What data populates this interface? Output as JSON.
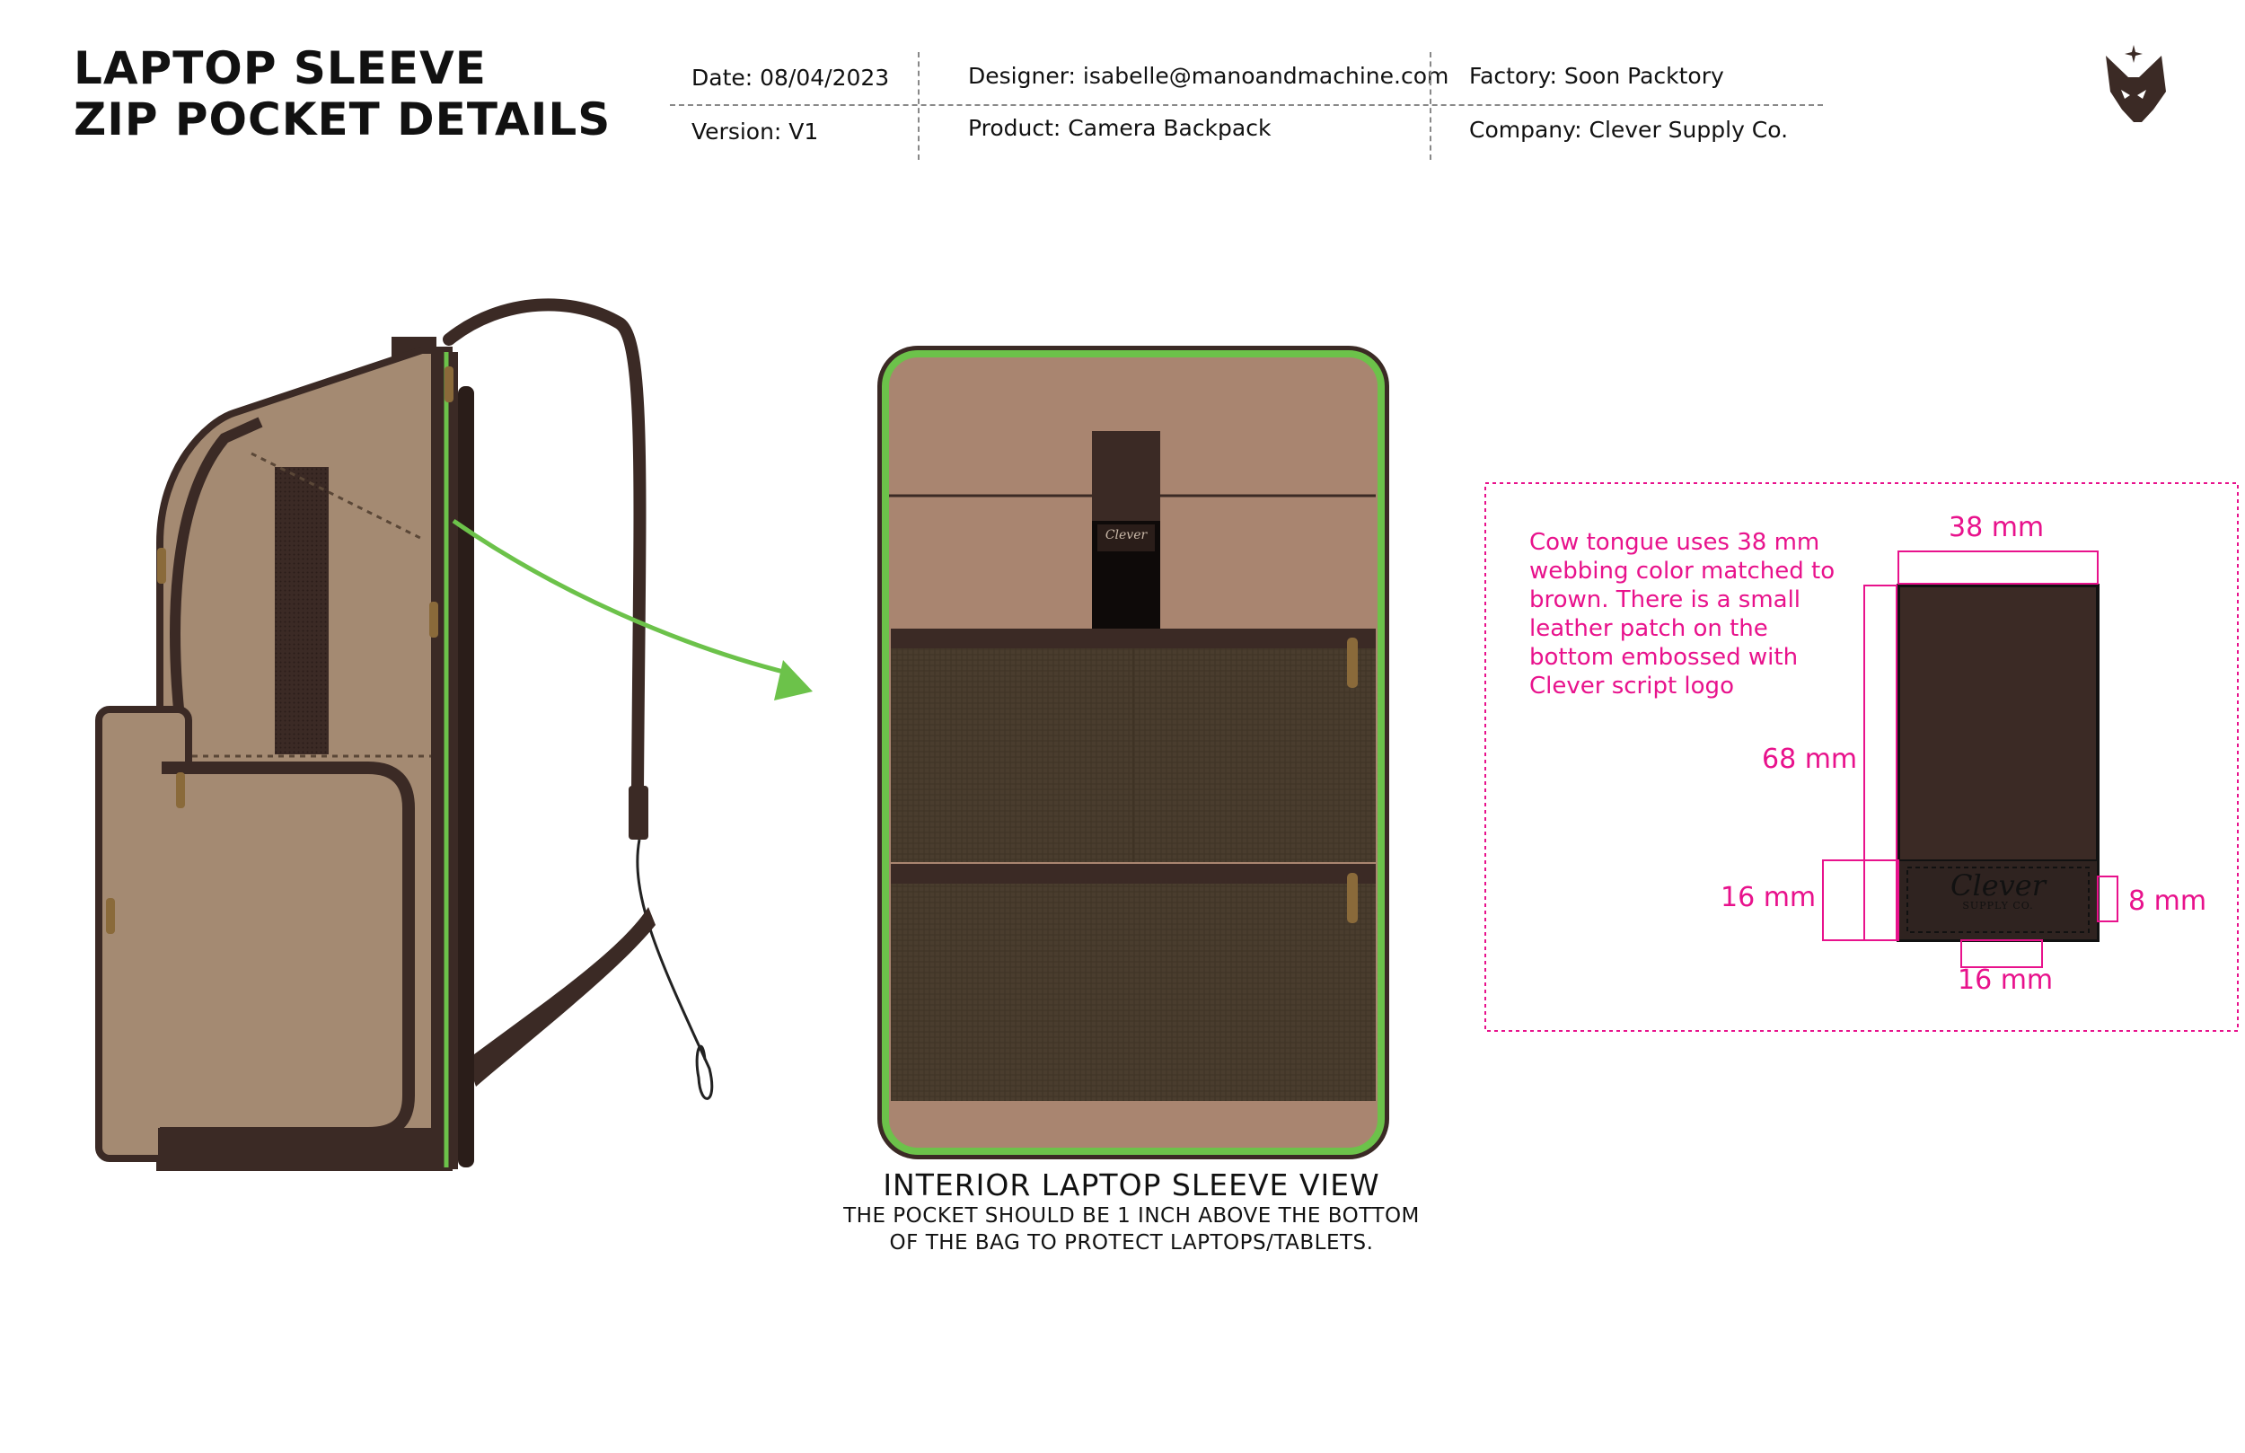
{
  "header": {
    "title_line1": "LAPTOP SLEEVE",
    "title_line2": "ZIP POCKET DETAILS",
    "date": "Date: 08/04/2023",
    "version": "Version: V1",
    "designer": "Designer: isabelle@manoandmachine.com",
    "product": "Product: Camera Backpack",
    "factory": "Factory: Soon Packtory",
    "company": "Company: Clever Supply Co."
  },
  "interior": {
    "caption_title": "INTERIOR LAPTOP SLEEVE VIEW",
    "caption_body": "THE POCKET SHOULD BE 1 INCH ABOVE THE BOTTOM OF THE BAG TO PROTECT LAPTOPS/TABLETS."
  },
  "detail": {
    "note": "Cow tongue uses 38 mm webbing color matched to brown. There is a small leather  patch on the bottom embossed with Clever script logo",
    "width_top": "38 mm",
    "height_total": "68 mm",
    "patch_height": "16 mm",
    "patch_margin": "8 mm",
    "patch_width": "16 mm",
    "logo_text": "Clever",
    "logo_subtext": "SUPPLY CO."
  },
  "colors": {
    "canvas_tan": "#a48a72",
    "interior_tan": "#a98570",
    "dark_brown": "#3b2a25",
    "pocket_brown": "#4a3d2e",
    "accent_green": "#6cc24a",
    "dimension_pink": "#e8128c"
  }
}
